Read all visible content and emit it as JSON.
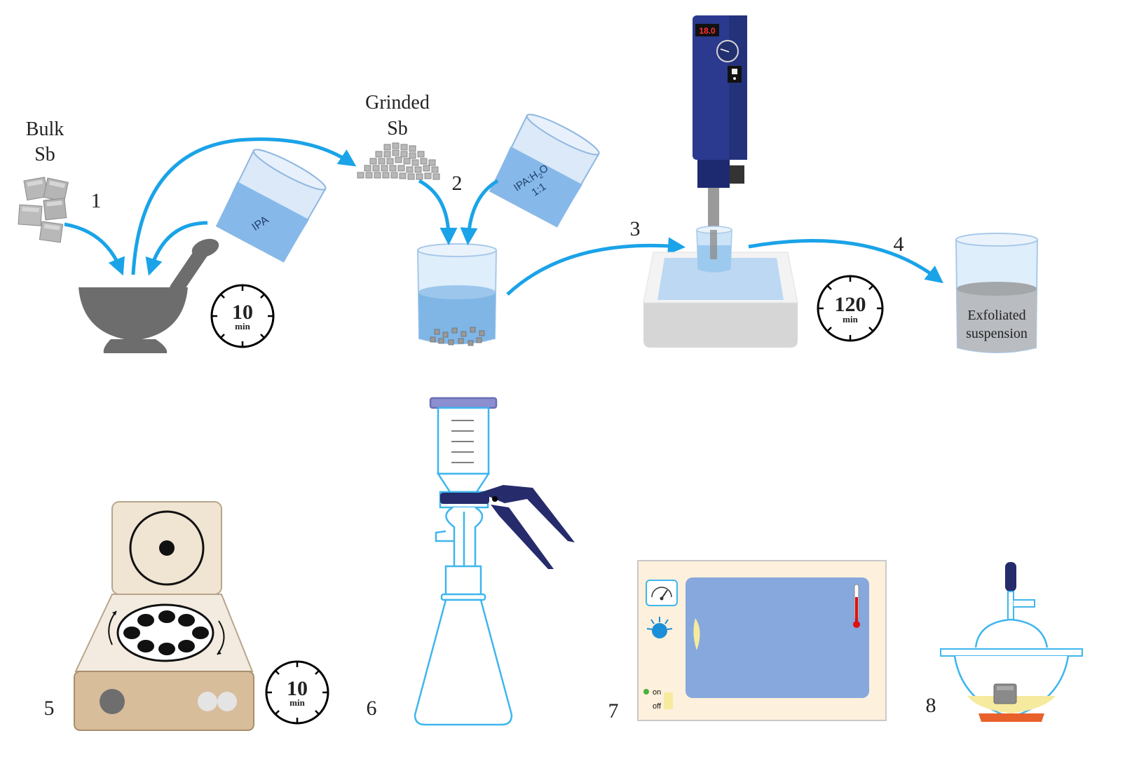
{
  "labels": {
    "bulk_line1": "Bulk",
    "bulk_line2": "Sb",
    "grinded_line1": "Grinded",
    "grinded_line2": "Sb",
    "ipa": "IPA",
    "ipa_h2o_line1_a": "IPA:H",
    "ipa_h2o_line1_sub": "2",
    "ipa_h2o_line1_b": "O",
    "ipa_h2o_line2": "1:1",
    "exfoliated_line1": "Exfoliated",
    "exfoliated_line2": "suspension",
    "homogenizer_display": "18.0",
    "oven_on": "on",
    "oven_off": "off"
  },
  "steps": [
    "1",
    "2",
    "3",
    "4",
    "5",
    "6",
    "7",
    "8"
  ],
  "timers": [
    {
      "value": "10",
      "unit": "min"
    },
    {
      "value": "120",
      "unit": "min"
    },
    {
      "value": "10",
      "unit": "min"
    }
  ],
  "colors": {
    "arrow": "#1aa3e8",
    "liquid": "#7fb6e6",
    "homogenizer": "#2b3a8f",
    "mortar": "#6d6d6d",
    "centrifuge_top": "#f0e4d2",
    "centrifuge_base": "#d8bd9b",
    "oven_window": "#86a8dd",
    "oven_body": "#fdf0dc",
    "filter_clamp": "#262b6b"
  }
}
